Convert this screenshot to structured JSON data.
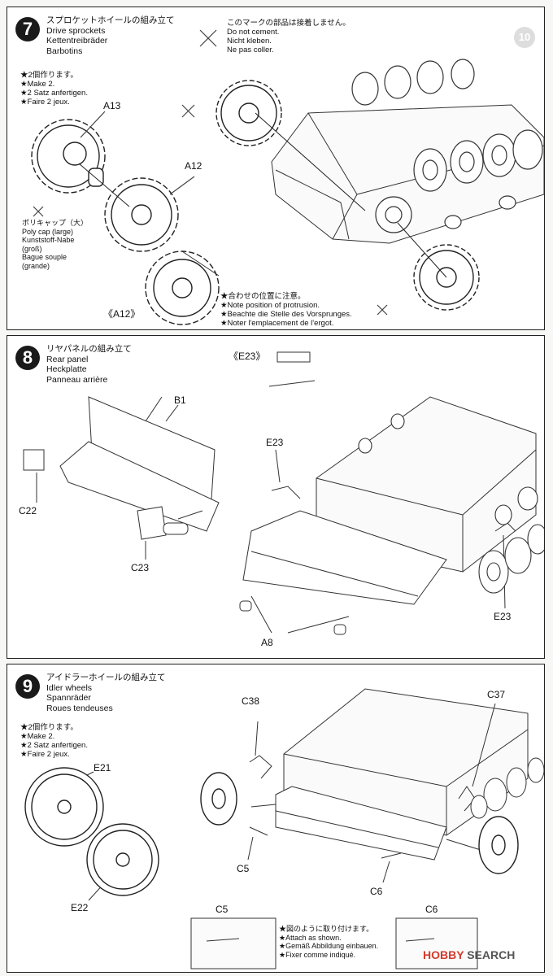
{
  "step7": {
    "number": "7",
    "title_lines": [
      "スプロケットホイールの組み立て",
      "Drive sprockets",
      "Kettentreibräder",
      "Barbotins"
    ],
    "no_cement_lines": [
      "このマークの部品は接着しません。",
      "Do not cement.",
      "Nicht kleben.",
      "Ne pas coller."
    ],
    "page_number": "10",
    "make2_lines": [
      "★2個作ります。",
      "★Make 2.",
      "★2 Satz anfertigen.",
      "★Faire 2 jeux."
    ],
    "part_a13": "A13",
    "part_a12": "A12",
    "polycap_lines": [
      "ポリキャップ（大）",
      "Poly cap (large)",
      "Kunststoff-Nabe",
      "(groß)",
      "Bague souple",
      "(grande)"
    ],
    "detail_label": "《A12》",
    "protrusion_lines": [
      "★合わせの位置に注意。",
      "★Note position of protrusion.",
      "★Beachte die Stelle des Vorsprunges.",
      "★Noter l'emplacement de l'ergot."
    ]
  },
  "step8": {
    "number": "8",
    "title_lines": [
      "リヤパネルの組み立て",
      "Rear panel",
      "Heckplatte",
      "Panneau arrière"
    ],
    "detail_label": "《E23》",
    "part_b1": "B1",
    "part_c22": "C22",
    "part_c23": "C23",
    "part_e23": "E23",
    "part_e23b": "E23",
    "part_a8": "A8"
  },
  "step9": {
    "number": "9",
    "title_lines": [
      "アイドラーホイールの組み立て",
      "Idler wheels",
      "Spannräder",
      "Roues tendeuses"
    ],
    "make2_lines": [
      "★2個作ります。",
      "★Make 2.",
      "★2 Satz anfertigen.",
      "★Faire 2 jeux."
    ],
    "part_e21": "E21",
    "part_e22": "E22",
    "part_c38": "C38",
    "part_c37": "C37",
    "part_c5": "C5",
    "part_c6": "C6",
    "part_c5b": "C5",
    "part_c6b": "C6",
    "attach_lines": [
      "★図のように取り付けます。",
      "★Attach as shown.",
      "★Gemäß Abbildung einbauen.",
      "★Fixer comme indiqué."
    ]
  },
  "watermark": {
    "brand": "HOBBY",
    "suffix": "SEARCH"
  }
}
